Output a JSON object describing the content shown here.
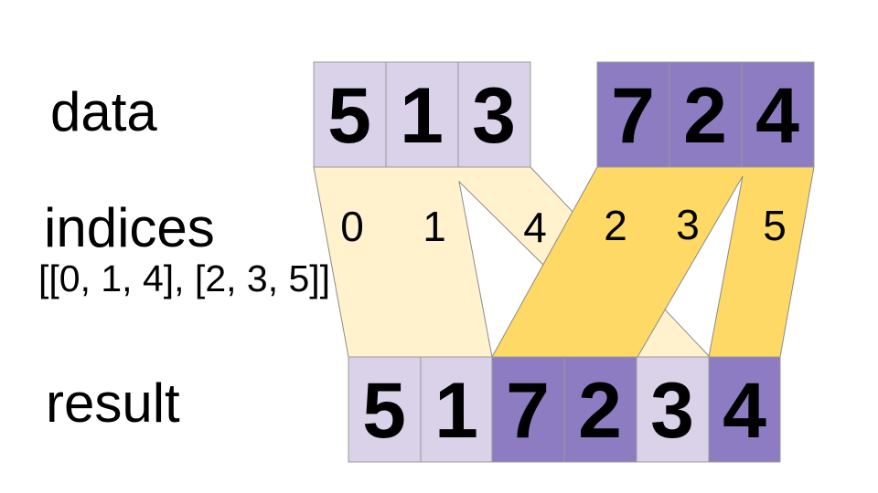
{
  "colors": {
    "background": "#ffffff",
    "light_purple": "#d9d2e9",
    "dark_purple": "#8e7cc3",
    "cream_band": "#fff2cc",
    "gold_band": "#ffd966",
    "cell_border": "#999999",
    "text": "#000000"
  },
  "labels": {
    "data": "data",
    "indices": "indices",
    "indices_value": "[[0, 1, 4], [2, 3, 5]]",
    "result": "result"
  },
  "data_blocks": [
    {
      "values": [
        "5",
        "1",
        "3"
      ],
      "fill": "#d9d2e9"
    },
    {
      "values": [
        "7",
        "2",
        "4"
      ],
      "fill": "#8e7cc3"
    }
  ],
  "index_bands": [
    {
      "indices": [
        "0",
        "1",
        "4"
      ],
      "fill": "#fff2cc"
    },
    {
      "indices": [
        "2",
        "3",
        "5"
      ],
      "fill": "#ffd966"
    }
  ],
  "result_row": {
    "values": [
      "5",
      "1",
      "7",
      "2",
      "3",
      "4"
    ],
    "cell_fills": [
      "#d9d2e9",
      "#d9d2e9",
      "#8e7cc3",
      "#8e7cc3",
      "#d9d2e9",
      "#8e7cc3"
    ]
  }
}
